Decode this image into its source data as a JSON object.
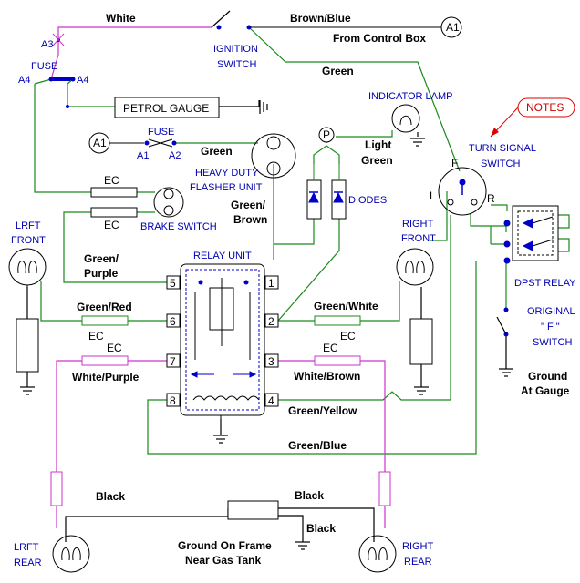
{
  "colors": {
    "green_wire": "#1a8a1a",
    "purple_wire": "#cc33cc",
    "black_wire": "#000000",
    "blue_component": "#0000c8",
    "label_blue": "#0000b0",
    "notes_red": "#e00000"
  },
  "labels": {
    "white": "White",
    "brown_blue": "Brown/Blue",
    "a1_top": "A1",
    "from_control_box": "From Control Box",
    "a3": "A3",
    "fuse_top": "FUSE",
    "a4_left": "A4",
    "a4_right": "A4",
    "ignition_switch_1": "IGNITION",
    "ignition_switch_2": "SWITCH",
    "green_top": "Green",
    "petrol_gauge": "PETROL GAUGE",
    "indicator_lamp": "INDICATOR LAMP",
    "notes": "NOTES",
    "fuse_mid": "FUSE",
    "a1_mid": "A1",
    "a1_sub": "A1",
    "a2_sub": "A2",
    "green_mid": "Green",
    "p_label": "P",
    "light_green_1": "Light",
    "light_green_2": "Green",
    "turn_signal_1": "TURN SIGNAL",
    "turn_signal_2": "SWITCH",
    "f_label": "F",
    "l_label": "L",
    "r_label": "R",
    "heavy_duty_1": "HEAVY DUTY",
    "heavy_duty_2": "FLASHER UNIT",
    "ec_1": "EC",
    "ec_2": "EC",
    "brake_switch": "BRAKE SWITCH",
    "green_brown_1": "Green/",
    "green_brown_2": "Brown",
    "diodes": "DIODES",
    "lrft_front_1": "LRFT",
    "lrft_front_2": "FRONT",
    "right_front_1": "RIGHT",
    "right_front_2": "FRONT",
    "relay_unit": "RELAY UNIT",
    "green_purple_1": "Green/",
    "green_purple_2": "Purple",
    "dpst_relay": "DPST RELAY",
    "green_red": "Green/Red",
    "green_white": "Green/White",
    "ec_3": "EC",
    "ec_4": "EC",
    "original_1": "ORIGINAL",
    "original_2": "\" F \"",
    "original_3": "SWITCH",
    "ec_5": "EC",
    "ec_6": "EC",
    "white_purple": "White/Purple",
    "white_brown": "White/Brown",
    "ground_gauge_1": "Ground",
    "ground_gauge_2": "At Gauge",
    "green_yellow": "Green/Yellow",
    "green_blue": "Green/Blue",
    "black_1": "Black",
    "black_2": "Black",
    "black_3": "Black",
    "lrft_rear_1": "LRFT",
    "lrft_rear_2": "REAR",
    "ground_frame_1": "Ground On Frame",
    "ground_frame_2": "Near Gas Tank",
    "right_rear_1": "RIGHT",
    "right_rear_2": "REAR"
  },
  "relay_pins": [
    "1",
    "2",
    "3",
    "4",
    "5",
    "6",
    "7",
    "8"
  ]
}
